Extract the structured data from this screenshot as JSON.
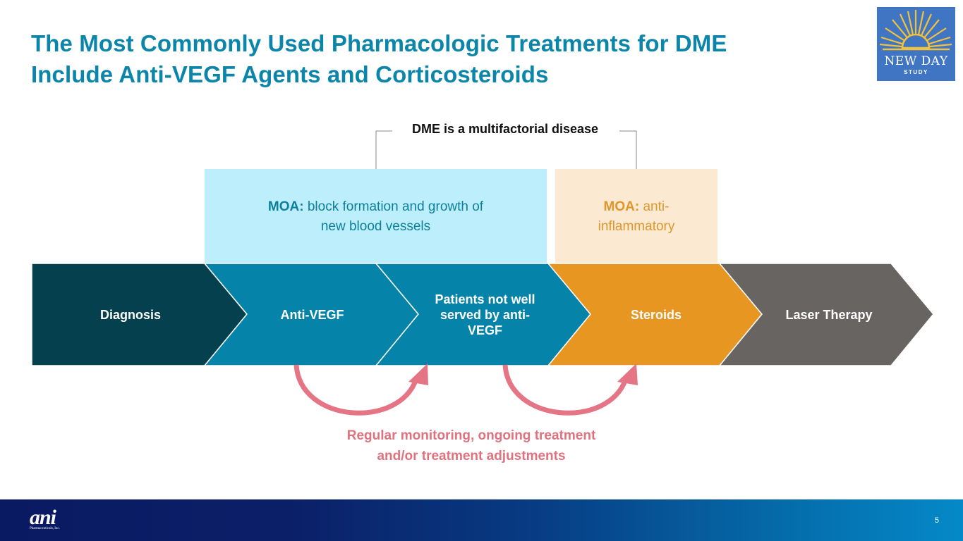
{
  "slide": {
    "title_lines": [
      "The Most Commonly Used Pharmacologic Treatments for DME",
      "Include Anti-VEGF Agents and Corticosteroids"
    ],
    "page_number": "5"
  },
  "study_logo": {
    "name": "NEW DAY",
    "subtitle": "STUDY",
    "icon": "sunrise-icon"
  },
  "company_logo": {
    "name": "ani",
    "subtitle": "Pharmaceuticals, Inc."
  },
  "diagram": {
    "bracket_label": "DME is a multifactorial disease",
    "moa_boxes": [
      {
        "prefix": "MOA:",
        "text": "block formation and growth of new blood vessels",
        "color": "#0d7f9c",
        "background": "#bdeefb"
      },
      {
        "prefix": "MOA:",
        "text": "anti-inflammatory",
        "color": "#e0962a",
        "background": "#fbe9d2"
      }
    ],
    "steps": [
      {
        "label": "Diagnosis",
        "color": "#05404f"
      },
      {
        "label": "Anti-VEGF",
        "color": "#0583a8"
      },
      {
        "label": "Patients not well served by anti-VEGF",
        "color": "#0583a8"
      },
      {
        "label": "Steroids",
        "color": "#e69621"
      },
      {
        "label": "Laser Therapy",
        "color": "#686462"
      }
    ],
    "loop_arrow_color": "#e57584",
    "loop_caption": "Regular monitoring, ongoing treatment and/or treatment adjustments"
  }
}
